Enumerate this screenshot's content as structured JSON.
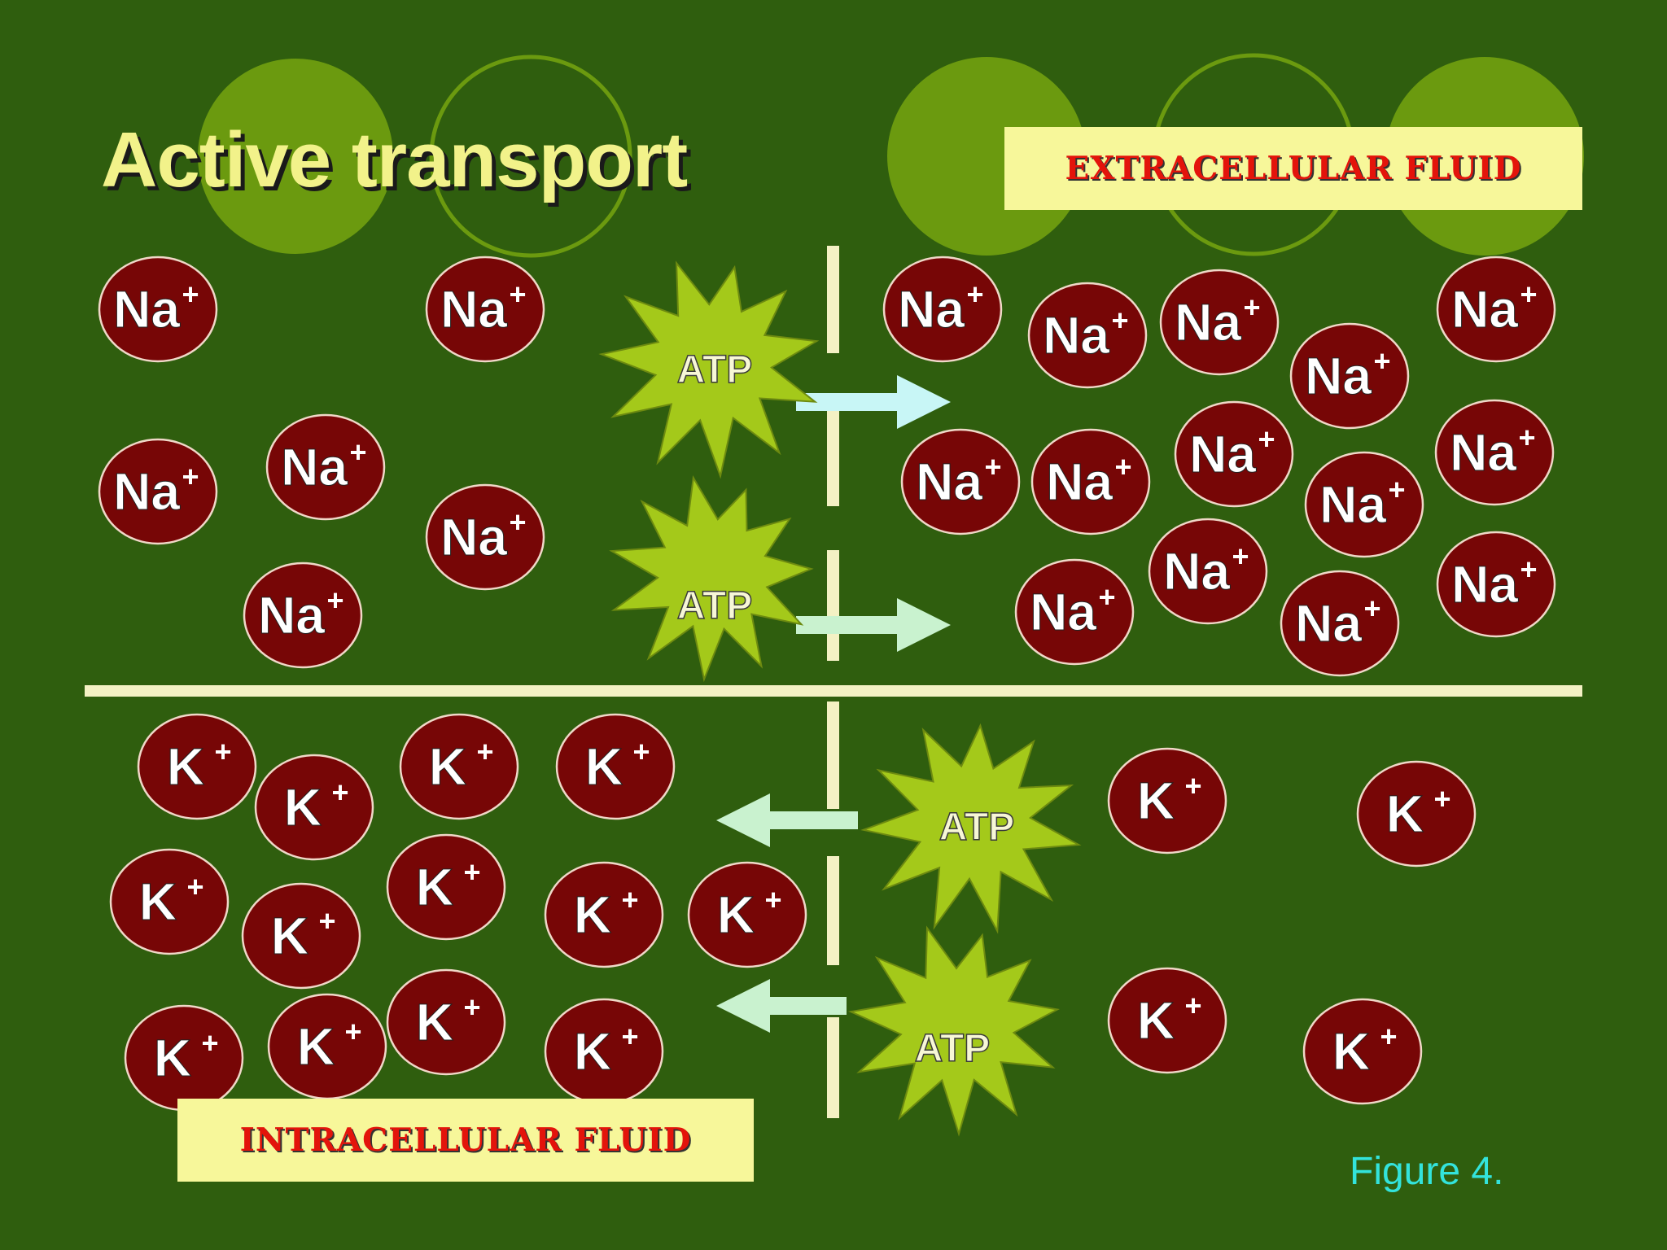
{
  "title": "Active transport",
  "extracellular_label": "EXTRACELLULAR FLUID",
  "intracellular_label": "INTRACELLULAR FLUID",
  "figure_label": "Figure 4.",
  "ions": {
    "sodium": {
      "symbol": "Na",
      "charge": "+"
    },
    "potassium": {
      "symbol": "K",
      "charge": "+"
    }
  },
  "atp_label": "ATP",
  "colors": {
    "background": "#2f5e0e",
    "ion_fill": "#770606",
    "atp_star": "#a4c91a",
    "membrane": "#f4f1c4",
    "label_box": "#f7f79a",
    "label_text": "#e3140b",
    "title_text": "#f2f28a",
    "figure_label": "#33e3dc"
  }
}
